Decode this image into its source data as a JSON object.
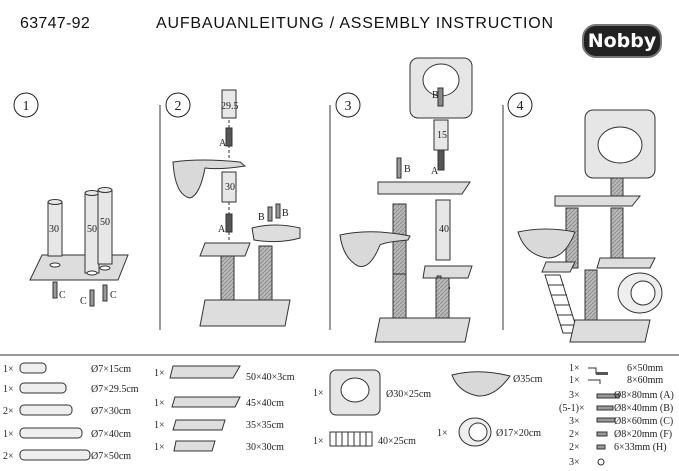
{
  "header": {
    "code": "63747-92",
    "title": "AUFBAUANLEITUNG / ASSEMBLY INSTRUCTION",
    "brand_logo": "Nobby"
  },
  "steps": [
    {
      "number": "1",
      "labels": [
        "30",
        "50",
        "50",
        "C",
        "C",
        "C"
      ]
    },
    {
      "number": "2",
      "labels": [
        "29.5",
        "A",
        "30",
        "A",
        "B",
        "B"
      ]
    },
    {
      "number": "3",
      "labels": [
        "B",
        "15",
        "A",
        "B",
        "40",
        "B"
      ]
    },
    {
      "number": "4",
      "labels": []
    }
  ],
  "parts": {
    "posts": [
      {
        "qty": "1×",
        "size": "Ø7×15cm"
      },
      {
        "qty": "1×",
        "size": "Ø7×29.5cm"
      },
      {
        "qty": "2×",
        "size": "Ø7×30cm"
      },
      {
        "qty": "1×",
        "size": "Ø7×40cm"
      },
      {
        "qty": "2×",
        "size": "Ø7×50cm"
      }
    ],
    "boards": [
      {
        "qty": "1×",
        "size": "50×40×3cm"
      },
      {
        "qty": "1×",
        "size": "45×40cm"
      },
      {
        "qty": "1×",
        "size": "35×35cm"
      },
      {
        "qty": "1×",
        "size": "30×30cm"
      }
    ],
    "cave": {
      "qty": "1×",
      "size": "Ø30×25cm"
    },
    "ladder": {
      "qty": "1×",
      "size": "40×25cm"
    },
    "hammock": {
      "size": "Ø35cm"
    },
    "tunnel": {
      "qty": "1×",
      "size": "Ø17×20cm"
    },
    "hardware": [
      {
        "qty": "1×",
        "size": "6×50mm"
      },
      {
        "qty": "1×",
        "size": "8×60mm"
      },
      {
        "qty": "3×",
        "size": "Ø8×80mm (A)"
      },
      {
        "qty": "(5-1)×",
        "size": "Ø8×40mm (B)"
      },
      {
        "qty": "3×",
        "size": "Ø8×60mm (C)"
      },
      {
        "qty": "2×",
        "size": "Ø8×20mm (F)"
      },
      {
        "qty": "2×",
        "size": "6×33mm (H)"
      },
      {
        "qty": "3×",
        "size": ""
      }
    ]
  }
}
